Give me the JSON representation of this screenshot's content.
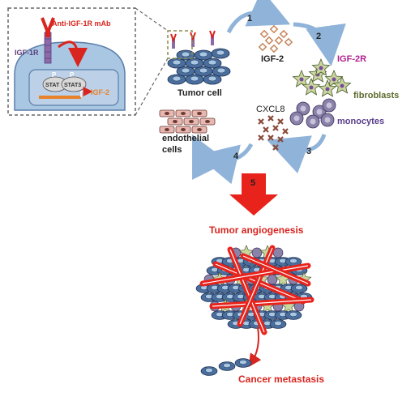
{
  "inset": {
    "antibody_label": "Anti-IGF-1R mAb",
    "receptor_label": "IGF-1R",
    "phospho_left": "P",
    "phospho_right": "P",
    "stat_left": "STAT",
    "stat_right": "STAT3",
    "gene_label": "IGF-2"
  },
  "labels": {
    "tumor_cell": "Tumor cell",
    "igf2": "IGF-2",
    "igf2r": "IGF-2R",
    "fibroblasts": "fibroblasts",
    "monocytes": "monocytes",
    "cxcl8": "CXCL8",
    "endothelial_line1": "endothelial",
    "endothelial_line2": "cells",
    "tumor_angiogenesis": "Tumor angiogenesis",
    "cancer_metastasis": "Cancer metastasis"
  },
  "steps": [
    "1",
    "2",
    "3",
    "4",
    "5"
  ],
  "colors": {
    "red": "#d8251f",
    "cycle_arrow": "#8fb3d9",
    "tumor_cell": "#4a6f9e",
    "fibroblast": "#c9d6a0",
    "monocyte": "#8a82a8",
    "endothelial": "#e8b8b0",
    "igf2_dot": "#c8855a",
    "cxcl8_dot": "#8a4a3a",
    "nucleus": "#bcd0e8",
    "cytoplasm": "#a9c7e3",
    "igf2r_text": "#b0208e",
    "fibro_text": "#5a6b2c",
    "mono_text": "#5a3d8a"
  }
}
